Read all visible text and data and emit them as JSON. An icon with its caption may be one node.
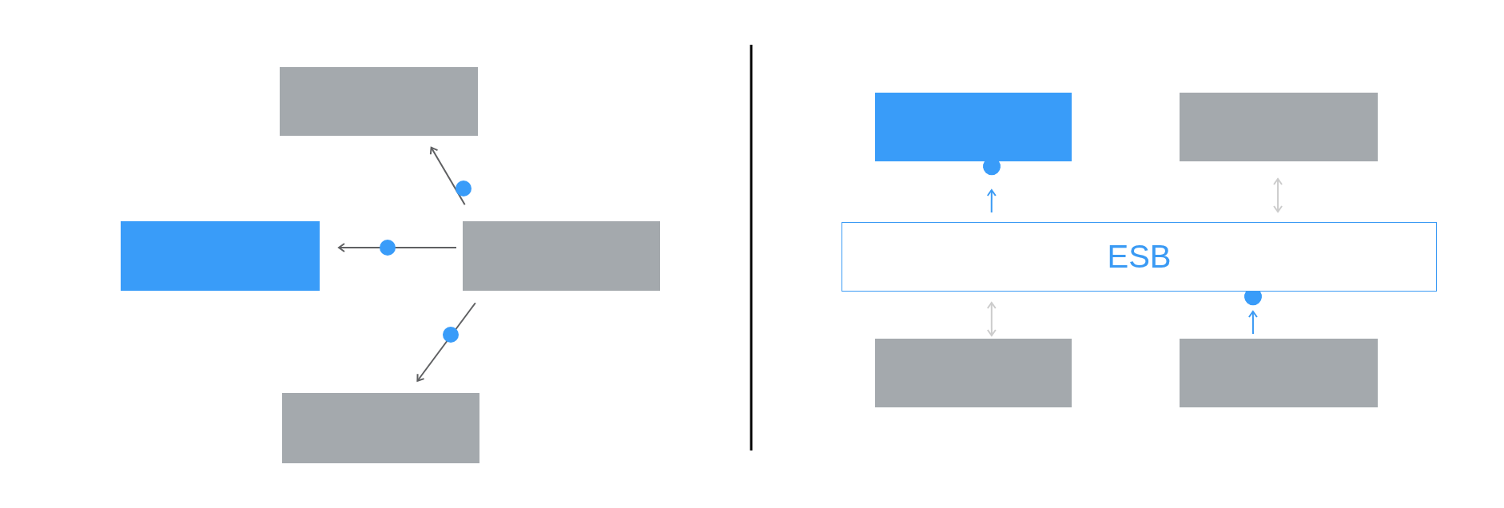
{
  "diagram": {
    "nodes": [
      {
        "text": [],
        "shape": "box"
      },
      {
        "text": [],
        "shape": "box"
      },
      {
        "text": [],
        "shape": "box"
      },
      {
        "text": [],
        "shape": "box"
      },
      {
        "text": [],
        "shape": "box"
      },
      {
        "text": [],
        "shape": "box"
      },
      {
        "text": [
          "ESB"
        ]
      },
      {
        "text": [],
        "shape": "box"
      },
      {
        "text": [],
        "shape": "box"
      }
    ],
    "edges": [
      {
        "from": 2,
        "to": 0,
        "arrow": "to"
      },
      {
        "from": 2,
        "to": 1,
        "arrow": "to"
      },
      {
        "from": 2,
        "to": 3,
        "arrow": "to"
      },
      {
        "from": 6,
        "to": 4,
        "arrow": "to",
        "color": "#3a9af4"
      },
      {
        "from": 5,
        "to": 6,
        "arrow": "both",
        "color": "#cccccc"
      },
      {
        "from": 6,
        "to": 7,
        "arrow": "both",
        "color": "#cccccc"
      },
      {
        "from": 8,
        "to": 6,
        "arrow": "to",
        "color": "#3a9af4"
      }
    ]
  }
}
